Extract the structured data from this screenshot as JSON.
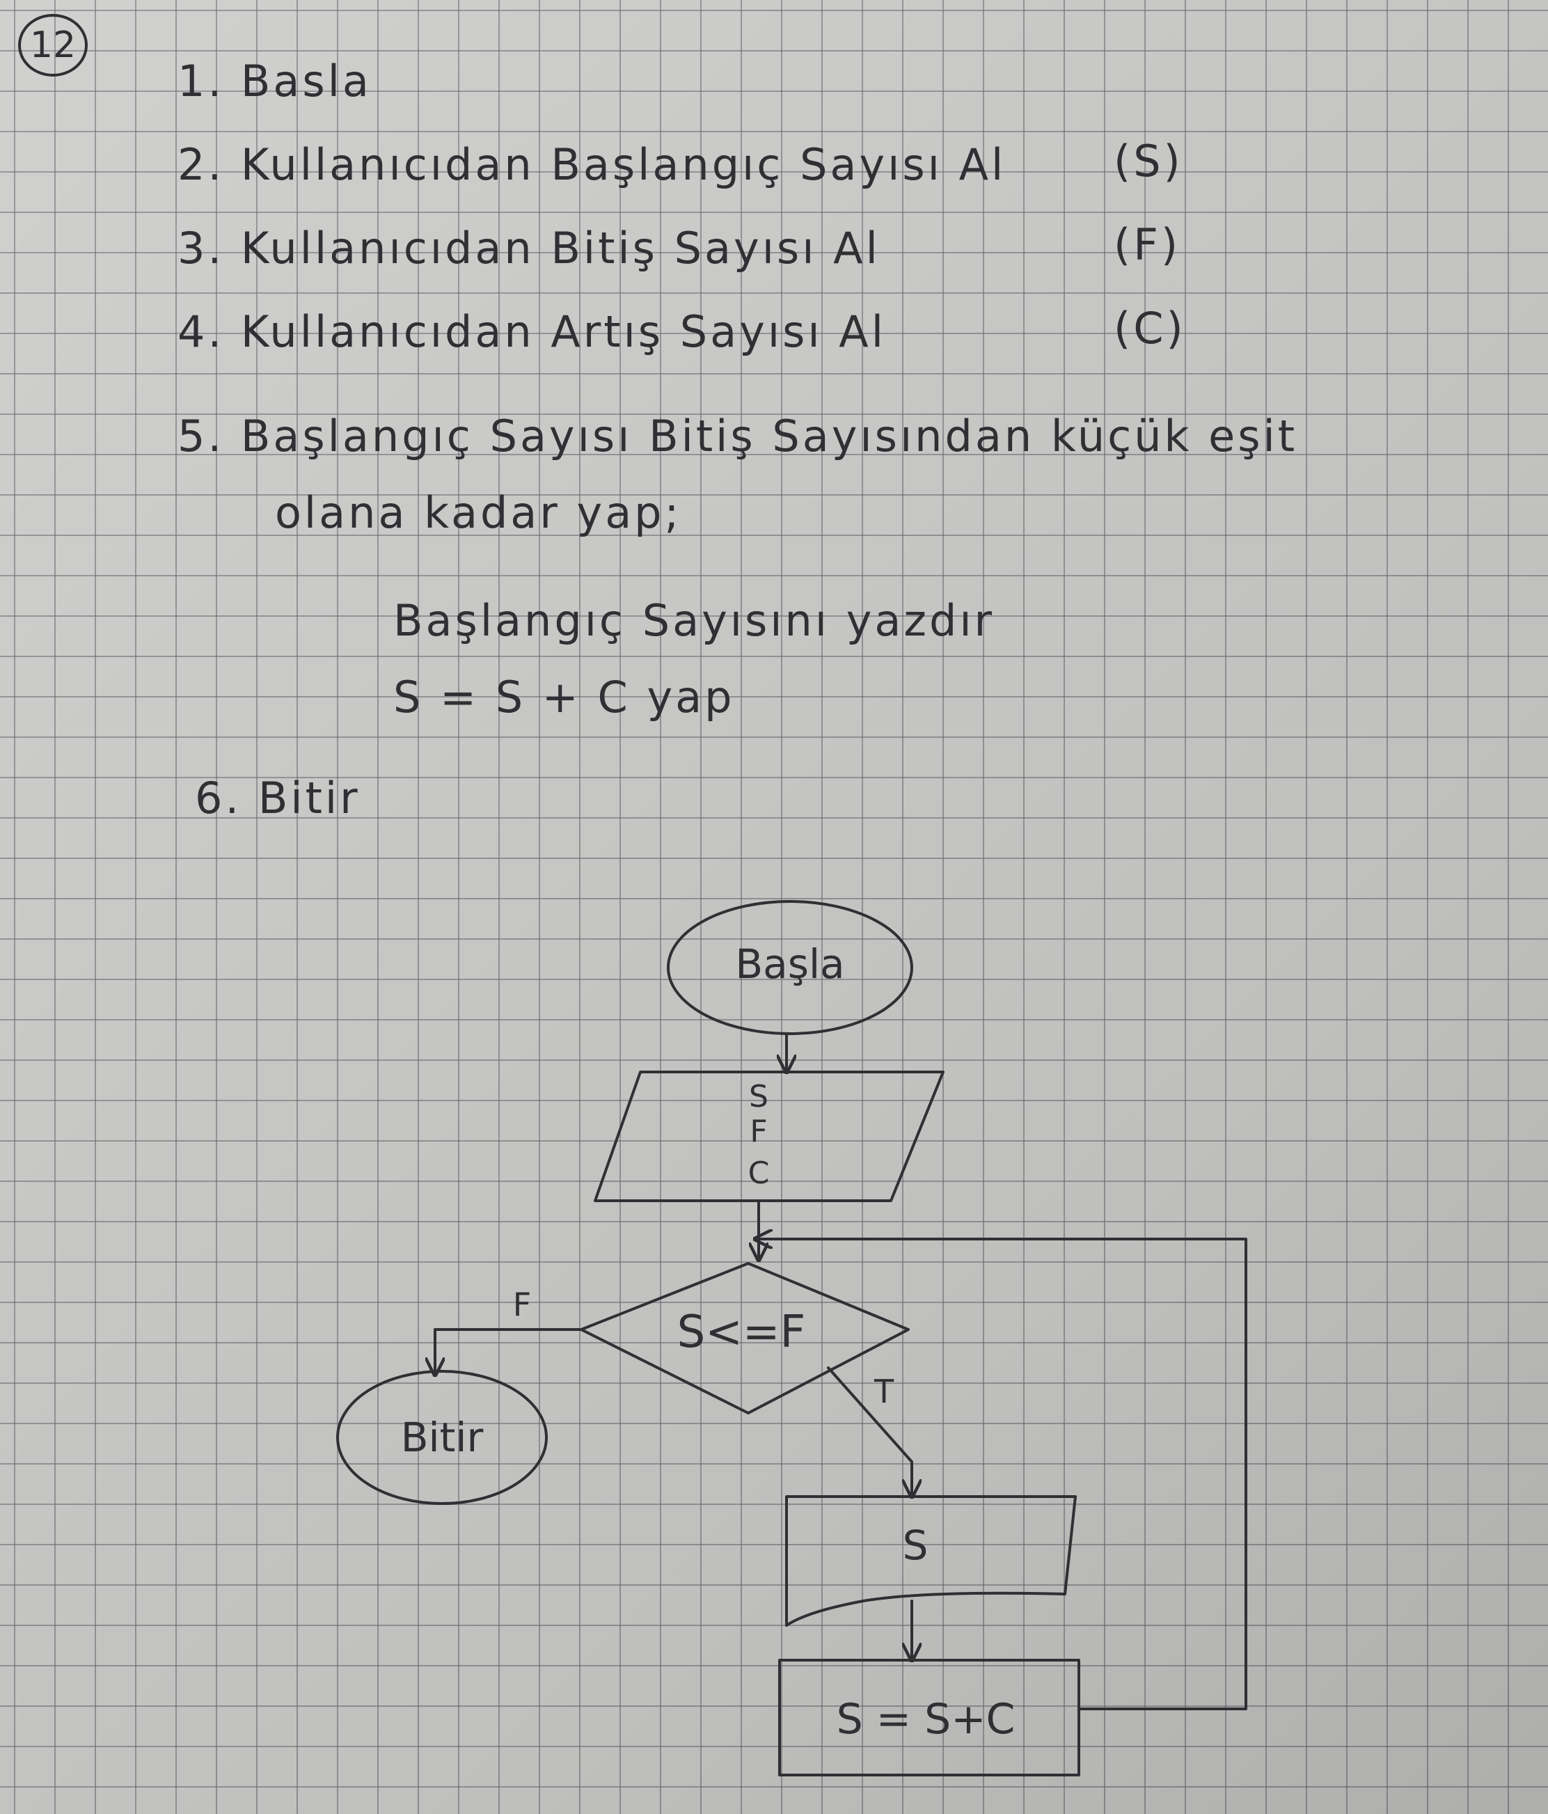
{
  "page_number": "12",
  "steps": [
    "1. Basla",
    "2. Kullanıcıdan Başlangıç Sayısı Al",
    "3. Kullanıcıdan Bitiş Sayısı Al",
    "4. Kullanıcıdan Artış Sayısı Al",
    "5. Başlangıç Sayısı Bitiş Sayısından küçük eşit",
    "olana kadar yap;",
    "Başlangıç Sayısını yazdır",
    "S = S + C yap",
    "6. Bitir"
  ],
  "variables": [
    "(S)",
    "(F)",
    "(C)"
  ],
  "flowchart": {
    "start": "Başla",
    "input_vars": [
      "S",
      "F",
      "C"
    ],
    "condition": "S<=F",
    "false_label": "F",
    "true_label": "T",
    "end": "Bitir",
    "output": "S",
    "process": "S = S+C"
  }
}
